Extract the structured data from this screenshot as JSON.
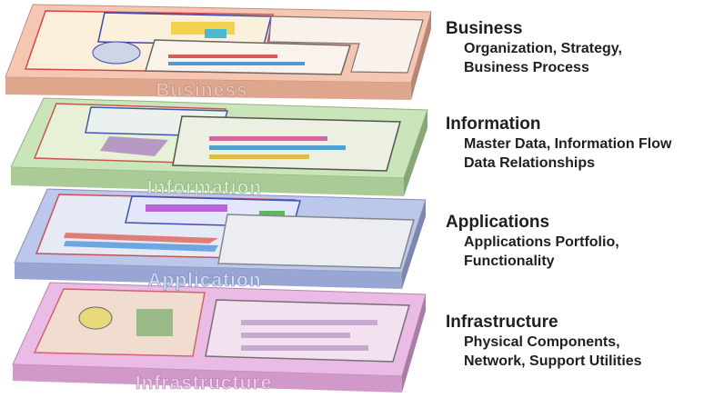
{
  "layers": [
    {
      "label": "Business",
      "color": "#f2b49a"
    },
    {
      "label": "Information",
      "color": "#b9dca3"
    },
    {
      "label": "Application",
      "color": "#a6b4e6"
    },
    {
      "label": "Infrastructure",
      "color": "#e3a6dc"
    }
  ],
  "descriptions": [
    {
      "title": "Business",
      "lines": [
        "Organization, Strategy,",
        "Business Process"
      ]
    },
    {
      "title": "Information",
      "lines": [
        "Master Data, Information Flow",
        "Data Relationships"
      ]
    },
    {
      "title": "Applications",
      "lines": [
        "Applications Portfolio,",
        "Functionality"
      ]
    },
    {
      "title": "Infrastructure",
      "lines": [
        "Physical Components,",
        "Network, Support Utilities"
      ]
    }
  ]
}
